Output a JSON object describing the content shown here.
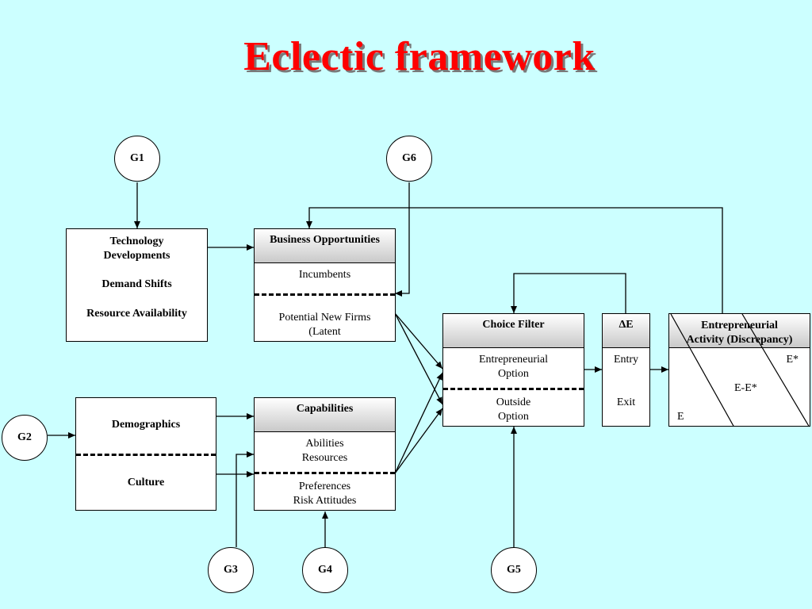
{
  "title": "Eclectic framework",
  "nodes": {
    "g1": "G1",
    "g2": "G2",
    "g3": "G3",
    "g4": "G4",
    "g5": "G5",
    "g6": "G6"
  },
  "env_box": {
    "line1": "Technology",
    "line2": "Developments",
    "line3": "Demand Shifts",
    "line4": "Resource Availability"
  },
  "business_opportunities": {
    "header": "Business Opportunities",
    "incumbents": "Incumbents",
    "potential_line1": "Potential New Firms",
    "potential_line2": "(Latent"
  },
  "demo_box": {
    "demographics": "Demographics",
    "culture": "Culture"
  },
  "capabilities": {
    "header": "Capabilities",
    "abilities": "Abilities",
    "resources": "Resources",
    "preferences": "Preferences",
    "risk_attitudes": "Risk Attitudes"
  },
  "choice_filter": {
    "header": "Choice Filter",
    "entre_line1": "Entrepreneurial",
    "entre_line2": "Option",
    "outside_line1": "Outside",
    "outside_line2": "Option"
  },
  "delta_e": {
    "header": "ΔE",
    "entry": "Entry",
    "exit": "Exit"
  },
  "entrepreneurial_activity": {
    "header_line1": "Entrepreneurial",
    "header_line2": "Activity (Discrepancy)",
    "e_star": "E*",
    "e_minus_e_star": "E-E*",
    "e": "E"
  }
}
